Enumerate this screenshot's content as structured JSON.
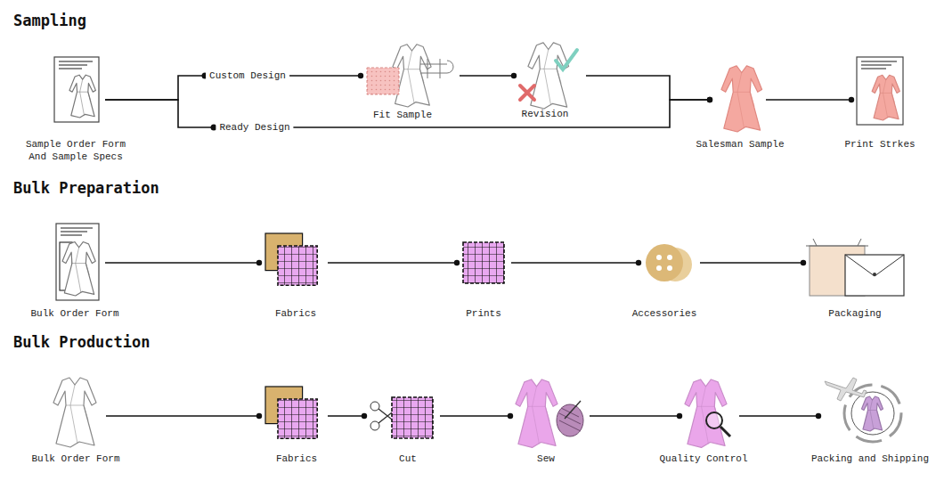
{
  "diagram": {
    "nodes": [
      {
        "text": [
          "Sample Order Form And Sample Specs"
        ]
      },
      {
        "text": [
          "Fit Sample"
        ]
      },
      {
        "text": [
          "Revision"
        ]
      },
      {
        "text": [
          "Salesman Sample"
        ]
      },
      {
        "text": [
          "Print Strkes"
        ]
      },
      {
        "text": [
          "Bulk Order Form"
        ]
      },
      {
        "text": [
          "Fabrics"
        ]
      },
      {
        "text": [
          "Prints"
        ]
      },
      {
        "text": [
          "Accessories"
        ]
      },
      {
        "text": [
          "Packaging"
        ]
      },
      {
        "text": [
          "Bulk Order Form"
        ]
      },
      {
        "text": [
          "Fabrics"
        ]
      },
      {
        "text": [
          "Cut"
        ]
      },
      {
        "text": [
          "Sew"
        ]
      },
      {
        "text": [
          "Quality Control"
        ]
      },
      {
        "text": [
          "Packing and Shipping"
        ]
      }
    ],
    "edges": [
      {
        "from": 0,
        "to": 1,
        "label": "Custom Design",
        "arrow": "to"
      },
      {
        "from": 0,
        "to": 3,
        "label": "Ready Design",
        "arrow": "to"
      },
      {
        "from": 1,
        "to": 2,
        "arrow": "to"
      },
      {
        "from": 2,
        "to": 3,
        "arrow": "to"
      },
      {
        "from": 3,
        "to": 4,
        "arrow": "to"
      },
      {
        "from": 5,
        "to": 6,
        "arrow": "to"
      },
      {
        "from": 6,
        "to": 7,
        "arrow": "to"
      },
      {
        "from": 7,
        "to": 8,
        "arrow": "to"
      },
      {
        "from": 8,
        "to": 9,
        "arrow": "to"
      },
      {
        "from": 10,
        "to": 11,
        "arrow": "to"
      },
      {
        "from": 11,
        "to": 12,
        "arrow": "to"
      },
      {
        "from": 12,
        "to": 13,
        "arrow": "to"
      },
      {
        "from": 13,
        "to": 14,
        "arrow": "to"
      },
      {
        "from": 14,
        "to": 15,
        "arrow": "to"
      }
    ],
    "labels": [
      "Sampling",
      "Bulk Preparation",
      "Bulk Production"
    ]
  }
}
